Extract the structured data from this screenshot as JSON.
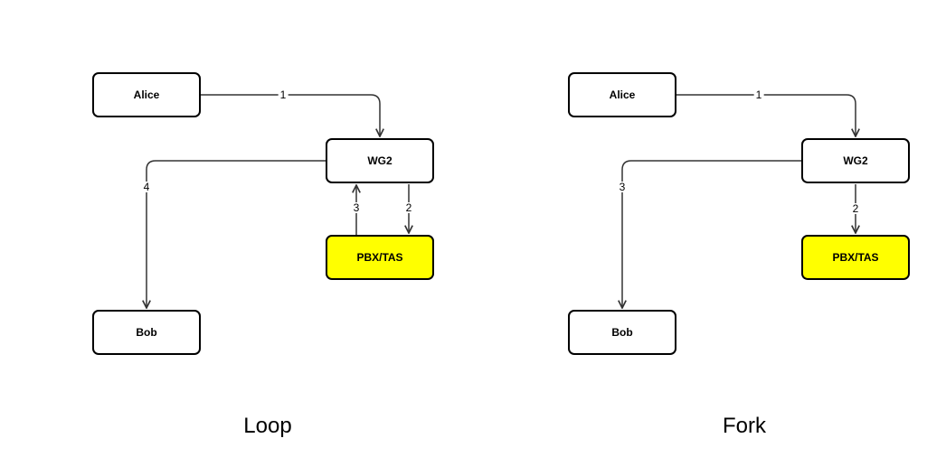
{
  "loop": {
    "caption": "Loop",
    "nodes": {
      "alice": "Alice",
      "wg2": "WG2",
      "pbx": "PBX/TAS",
      "bob": "Bob"
    },
    "edges": {
      "e1": "1",
      "e2": "2",
      "e3": "3",
      "e4": "4"
    }
  },
  "fork": {
    "caption": "Fork",
    "nodes": {
      "alice": "Alice",
      "wg2": "WG2",
      "pbx": "PBX/TAS",
      "bob": "Bob"
    },
    "edges": {
      "e1": "1",
      "e2": "2",
      "e3": "3"
    }
  },
  "colors": {
    "highlight": "#ffff00",
    "edge": "#333333",
    "border": "#000000"
  }
}
